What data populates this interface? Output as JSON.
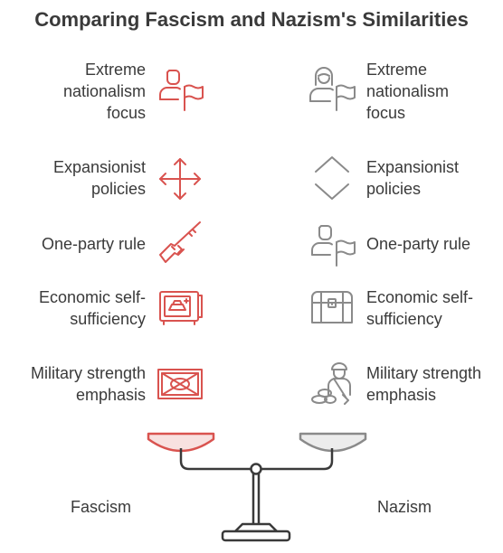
{
  "title": "Comparing Fascism and Nazism's Similarities",
  "colors": {
    "fascism": "#d9534f",
    "nazism": "#8a8a8a",
    "text": "#3a3a3a"
  },
  "fascism": {
    "label": "Fascism",
    "items": [
      {
        "lines": [
          "Extreme",
          "nationalism",
          "focus"
        ],
        "icon": "person-flag-icon"
      },
      {
        "lines": [
          "Expansionist",
          "policies"
        ],
        "icon": "move-arrows-icon"
      },
      {
        "lines": [
          "One-party rule"
        ],
        "icon": "rifle-icon"
      },
      {
        "lines": [
          "Economic self-",
          "sufficiency"
        ],
        "icon": "safe-icon"
      },
      {
        "lines": [
          "Military strength",
          "emphasis"
        ],
        "icon": "military-crate-icon"
      }
    ]
  },
  "nazism": {
    "label": "Nazism",
    "items": [
      {
        "lines": [
          "Extreme",
          "nationalism",
          "focus"
        ],
        "icon": "woman-flag-icon"
      },
      {
        "lines": [
          "Expansionist",
          "policies"
        ],
        "icon": "chevrons-icon"
      },
      {
        "lines": [
          "One-party rule"
        ],
        "icon": "person-flag-icon"
      },
      {
        "lines": [
          "Economic self-",
          "sufficiency"
        ],
        "icon": "treasure-chest-icon"
      },
      {
        "lines": [
          "Military strength",
          "emphasis"
        ],
        "icon": "soldier-icon"
      }
    ]
  }
}
